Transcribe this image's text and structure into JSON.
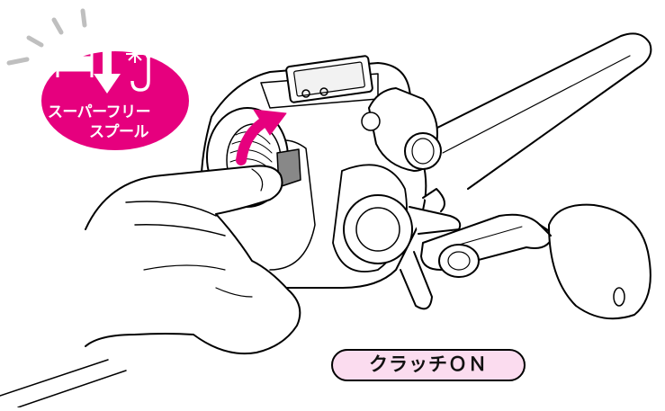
{
  "badge": {
    "line1": "スーパーフリー",
    "line2": "スプール",
    "color": "#e6007e"
  },
  "clutch_label": "クラッチＯＮ",
  "clutch_pill_fill": "#fbdcef",
  "arrow_color": "#e6007e",
  "icons": [
    "spool-icon",
    "down-arrow-icon",
    "hook-icon",
    "sparkle-icon",
    "motion-lines-icon"
  ]
}
